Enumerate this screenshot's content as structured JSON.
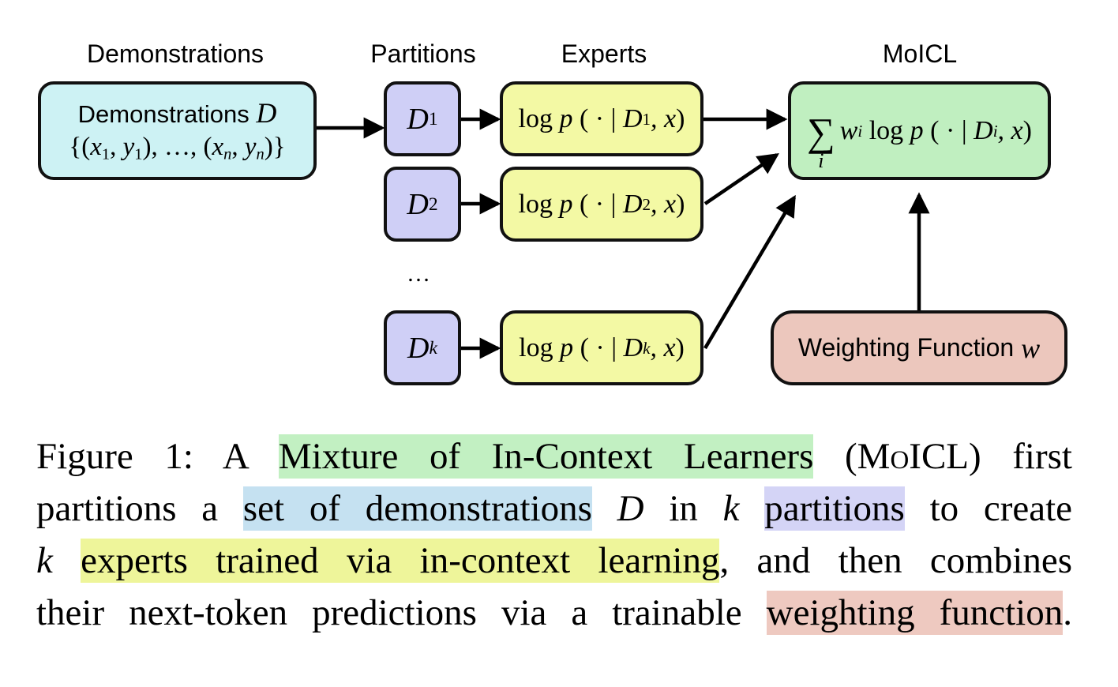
{
  "headers": {
    "demonstrations": "Demonstrations",
    "partitions": "Partitions",
    "experts": "Experts",
    "moicl": "MoICL"
  },
  "demo_box": {
    "label": "Demonstrations",
    "symbol": "D",
    "set_open": "{(",
    "x": "x",
    "y": "y",
    "sub_1": "1",
    "sub_n": "n",
    "comma": ",",
    "between": "), …, (",
    "set_close": ")}"
  },
  "partitions": [
    {
      "symbol": "D",
      "sub": "1"
    },
    {
      "symbol": "D",
      "sub": "2"
    },
    {
      "symbol": "D",
      "sub": "k"
    }
  ],
  "ellipsis": "…",
  "experts": [
    {
      "prefix": "log",
      "p": "p",
      "open": "( · |",
      "D": "D",
      "sub": "1",
      "tail": ", x",
      "close": ")"
    },
    {
      "prefix": "log",
      "p": "p",
      "open": "( · |",
      "D": "D",
      "sub": "2",
      "tail": ", x",
      "close": ")"
    },
    {
      "prefix": "log",
      "p": "p",
      "open": "( · |",
      "D": "D",
      "sub": "k",
      "tail": ", x",
      "close": ")"
    }
  ],
  "moicl_box": {
    "sigma": "∑",
    "sigma_index": "i",
    "w": "w",
    "w_sub": "i",
    "log": "log",
    "p": "p",
    "open": "( · |",
    "D": "D",
    "D_sub": "i",
    "tail": ", x",
    "close": ")"
  },
  "weighting_box": {
    "label": "Weighting Function",
    "symbol": "w"
  },
  "caption": {
    "l1_a": "Figure 1: A ",
    "l1_hl": "Mixture of In-Context Learners",
    "l1_b": " (M",
    "l1_sc": "o",
    "l1_c": "ICL) first",
    "l2_a": "partitions a ",
    "l2_hl": "set of demonstrations",
    "l2_var_D": "D",
    "l2_in": " in ",
    "l2_var_k": "k",
    "l2_hl2": "partitions",
    "l2_b": " to create",
    "l3_var_k": "k",
    "l3_hl": "experts trained via in-context learning",
    "l3_b": ", and then combines",
    "l4_a": "their next-token predictions via a trainable ",
    "l4_hl": "weighting function",
    "l4_b": "."
  },
  "colors": {
    "demonstrations": "#cdf2f4",
    "partitions": "#cfcff6",
    "experts": "#f3f9a4",
    "moicl": "#c0efc0",
    "weighting": "#ecc7bd"
  }
}
